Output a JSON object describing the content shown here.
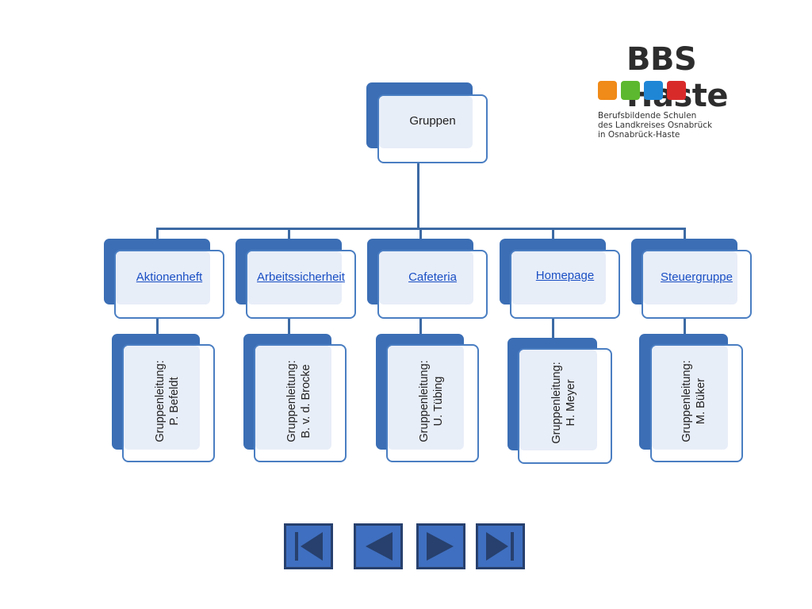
{
  "logo": {
    "title": "BBS Haste",
    "subtitle_lines": [
      "Berufsbildende Schulen",
      "des Landkreises Osnabrück",
      "in Osnabrück-Haste"
    ],
    "colors": [
      "#f08a18",
      "#5cb82e",
      "#1f86d6",
      "#d92a2a"
    ]
  },
  "diagram": {
    "root": "Gruppen",
    "groups": [
      {
        "name": "Aktionenheft",
        "leader_label": "Gruppenleitung:",
        "leader": "P. Befeldt"
      },
      {
        "name": "Arbeitssicherheit",
        "leader_label": "Gruppenleitung:",
        "leader": "B. v. d. Brocke"
      },
      {
        "name": "Cafeteria",
        "leader_label": "Gruppenleitung:",
        "leader": "U. Tübing"
      },
      {
        "name": "Homepage",
        "leader_label": "Gruppenleitung:",
        "leader": "H. Meyer"
      },
      {
        "name": "Steuergruppe",
        "leader_label": "Gruppenleitung:",
        "leader": "M. Büker"
      }
    ]
  },
  "navigation": {
    "buttons": [
      "first-icon",
      "previous-icon",
      "next-icon",
      "last-icon"
    ]
  }
}
